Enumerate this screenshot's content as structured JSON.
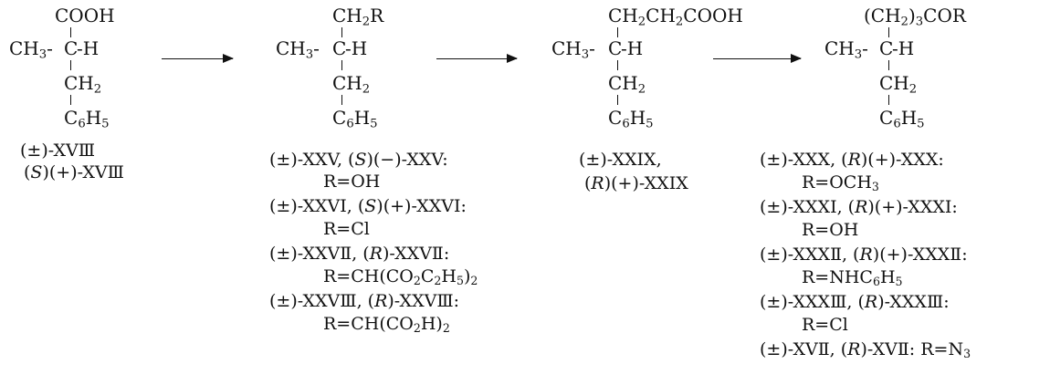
{
  "compound_1": {
    "top": "COOH",
    "left": "CH3-",
    "center": "C",
    "right": "-H",
    "bottom1": "CH2",
    "bottom2": "C6H5",
    "labels": [
      "(±)-XVⅢ",
      "(S)(+)-XVⅢ"
    ]
  },
  "compound_2": {
    "top": "CH2R",
    "left": "CH3-",
    "center": "C",
    "right": "-H",
    "bottom1": "CH2",
    "bottom2": "C6H5",
    "labels": [
      "(±)-XXV, (S)(−)-XXV:",
      "R=OH",
      "(±)-XXVI, (S)(+)-XXVI:",
      "R=Cl",
      "(±)-XXVⅡ, (R)-XXVⅡ:",
      "R=CH(CO2C2H5)2",
      "(±)-XXVⅢ, (R)-XXVⅢ:",
      "R=CH(CO2H)2"
    ]
  },
  "compound_3": {
    "top": "CH2CH2COOH",
    "left": "CH3-",
    "center": "C",
    "right": "-H",
    "bottom1": "CH2",
    "bottom2": "C6H5",
    "labels": [
      "(±)-XXIX,",
      "(R)(+)-XXIX"
    ]
  },
  "compound_4": {
    "top": "(CH2)3COR",
    "left": "CH3-",
    "center": "C",
    "right": "-H",
    "bottom1": "CH2",
    "bottom2": "C6H5",
    "labels": [
      "(±)-XXX, (R)(+)-XXX:",
      "R=OCH3",
      "(±)-XXXI, (R)(+)-XXXI:",
      "R=OH",
      "(±)-XXXⅡ, (R)(+)-XXXⅡ:",
      "R=NHC6H5",
      "(±)-XXXⅢ, (R)-XXXⅢ:",
      "R=Cl",
      "(±)-XVⅡ, (R)-XVⅡ: R=N3"
    ]
  }
}
